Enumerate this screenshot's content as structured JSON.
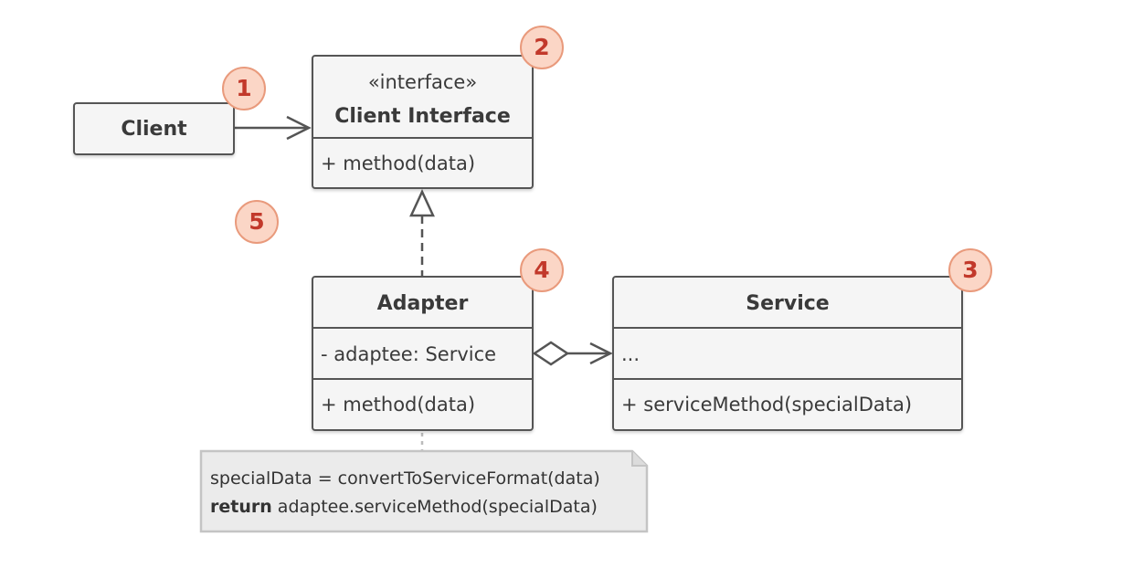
{
  "client": {
    "title": "Client"
  },
  "client_interface": {
    "stereotype": "«interface»",
    "title": "Client Interface",
    "method": "+ method(data)"
  },
  "adapter": {
    "title": "Adapter",
    "field": "- adaptee: Service",
    "method": "+ method(data)"
  },
  "service": {
    "title": "Service",
    "field": "...",
    "method": "+ serviceMethod(specialData)"
  },
  "note": {
    "line1": "specialData = convertToServiceFormat(data)",
    "line2_keyword": "return",
    "line2_rest": " adaptee.serviceMethod(specialData)"
  },
  "badges": [
    "1",
    "2",
    "3",
    "4",
    "5"
  ],
  "colors": {
    "box_fill": "#f5f5f5",
    "box_stroke": "#555555",
    "badge_fill": "#fbd6c6",
    "badge_stroke": "#e99a7c",
    "badge_text": "#c2392b",
    "note_fill": "#ebebeb"
  }
}
